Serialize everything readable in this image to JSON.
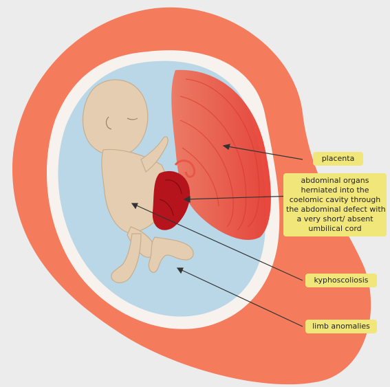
{
  "labels": {
    "placenta": "placenta",
    "herniation": [
      "abdominal organs",
      "herniated into the",
      "coelomic cavity through",
      "the abdominal defect with",
      "a very short/ absent",
      "umbilical cord"
    ],
    "kyphoscoliosis": "kyphoscoliosis",
    "limb": "limb anomalies"
  },
  "colors": {
    "background": "#ececec",
    "uterus": "#f47c5c",
    "amniotic_fluid": "#b9d7e6",
    "placenta": "#ec4a3a",
    "herniated_organs": "#b5141c",
    "fetus_skin": "#e4cdb0",
    "label_bg": "#f1e67a"
  }
}
